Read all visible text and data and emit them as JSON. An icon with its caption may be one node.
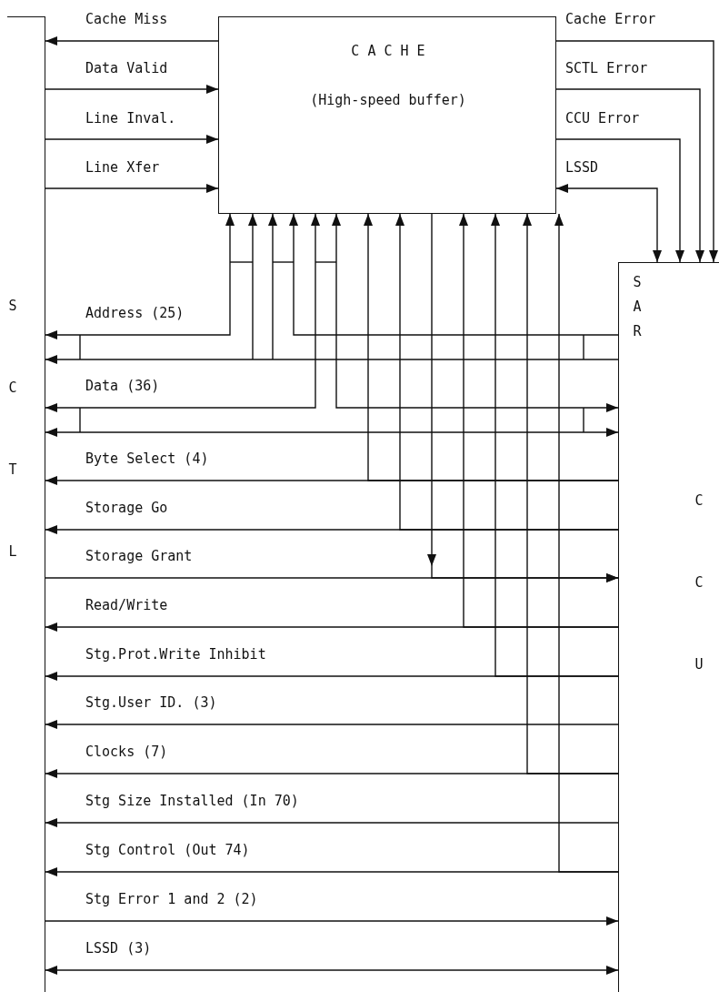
{
  "diagram": {
    "nodes": [
      {
        "text": [
          "S C T L"
        ]
      },
      {
        "text": [
          "C A C H E",
          "(High-speed buffer)"
        ]
      },
      {
        "text": [
          "S A R",
          "C C U"
        ]
      }
    ],
    "edges": [
      {
        "from": 1,
        "to": 0,
        "arrow": "to",
        "label": "Cache Miss"
      },
      {
        "from": 1,
        "to": 2,
        "arrow": "to",
        "label": "Cache Error"
      },
      {
        "from": 0,
        "to": 1,
        "arrow": "to",
        "label": "Data Valid"
      },
      {
        "from": 1,
        "to": 2,
        "arrow": "to",
        "label": "SCTL Error"
      },
      {
        "from": 0,
        "to": 1,
        "arrow": "to",
        "label": "Line Inval."
      },
      {
        "from": 1,
        "to": 2,
        "arrow": "to",
        "label": "CCU Error"
      },
      {
        "from": 0,
        "to": 1,
        "arrow": "to",
        "label": "Line Xfer"
      },
      {
        "from": 1,
        "to": 2,
        "arrow": "both",
        "label": "LSSD"
      },
      {
        "from": 2,
        "to": 0,
        "arrow": "to",
        "label": "Address (25)"
      },
      {
        "from": 2,
        "to": 1,
        "arrow": "to"
      },
      {
        "from": 0,
        "to": 2,
        "arrow": "both",
        "label": "Data (36)"
      },
      {
        "from": 0,
        "to": 1,
        "arrow": "both"
      },
      {
        "from": 2,
        "to": 1,
        "arrow": "both"
      },
      {
        "from": 2,
        "to": 0,
        "arrow": "to",
        "label": "Byte Select (4)"
      },
      {
        "from": 2,
        "to": 1,
        "arrow": "to"
      },
      {
        "from": 2,
        "to": 0,
        "arrow": "to",
        "label": "Storage Go"
      },
      {
        "from": 2,
        "to": 1,
        "arrow": "to"
      },
      {
        "from": 0,
        "to": 2,
        "arrow": "to",
        "label": "Storage Grant"
      },
      {
        "from": 1,
        "to": 2,
        "arrow": "to"
      },
      {
        "from": 2,
        "to": 0,
        "arrow": "to",
        "label": "Read/Write"
      },
      {
        "from": 2,
        "to": 1,
        "arrow": "to"
      },
      {
        "from": 2,
        "to": 0,
        "arrow": "to",
        "label": "Stg.Prot.Write Inhibit"
      },
      {
        "from": 2,
        "to": 1,
        "arrow": "to"
      },
      {
        "from": 2,
        "to": 0,
        "arrow": "to",
        "label": "Stg.User ID. (3)"
      },
      {
        "from": 2,
        "to": 0,
        "arrow": "to",
        "label": "Clocks (7)"
      },
      {
        "from": 2,
        "to": 1,
        "arrow": "to"
      },
      {
        "from": 2,
        "to": 0,
        "arrow": "to",
        "label": "Stg Size Installed (In 70)"
      },
      {
        "from": 2,
        "to": 0,
        "arrow": "to",
        "label": "Stg Control (Out 74)"
      },
      {
        "from": 2,
        "to": 1,
        "arrow": "to"
      },
      {
        "from": 0,
        "to": 2,
        "arrow": "to",
        "label": "Stg Error 1 and 2 (2)"
      },
      {
        "from": 0,
        "to": 2,
        "arrow": "both",
        "label": "LSSD (3)"
      }
    ]
  }
}
